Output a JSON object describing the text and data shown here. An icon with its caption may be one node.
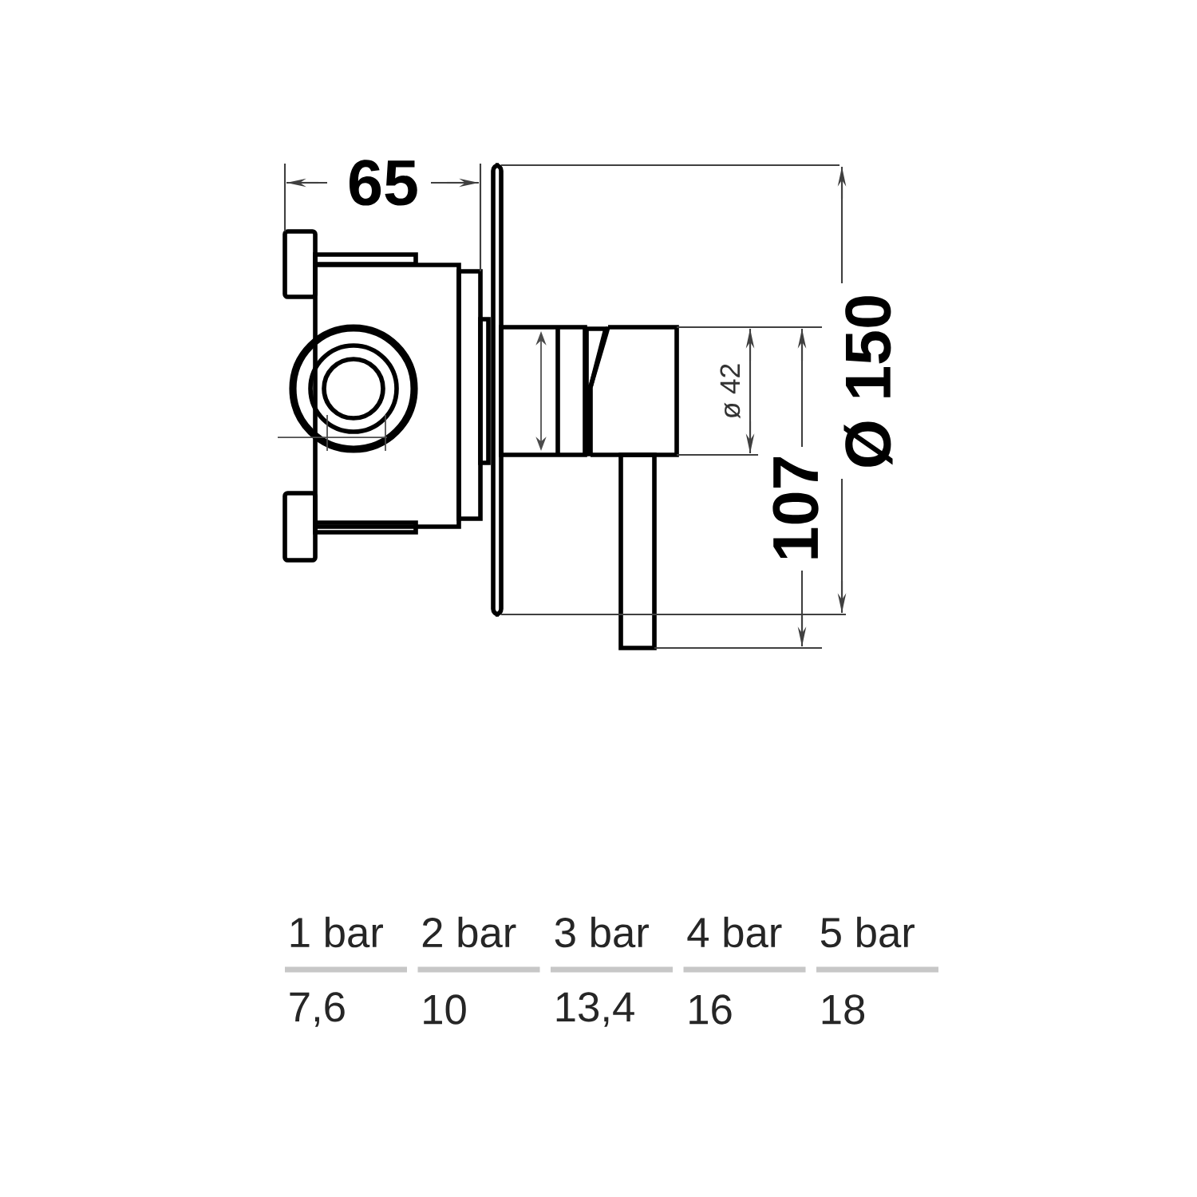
{
  "diagram": {
    "labels": [
      "65",
      "Ø 150",
      "ø 42",
      "107",
      "1 bar",
      "2 bar",
      "3 bar",
      "4 bar",
      "5 bar",
      "7,6",
      "10",
      "13,4",
      "16",
      "18"
    ]
  }
}
